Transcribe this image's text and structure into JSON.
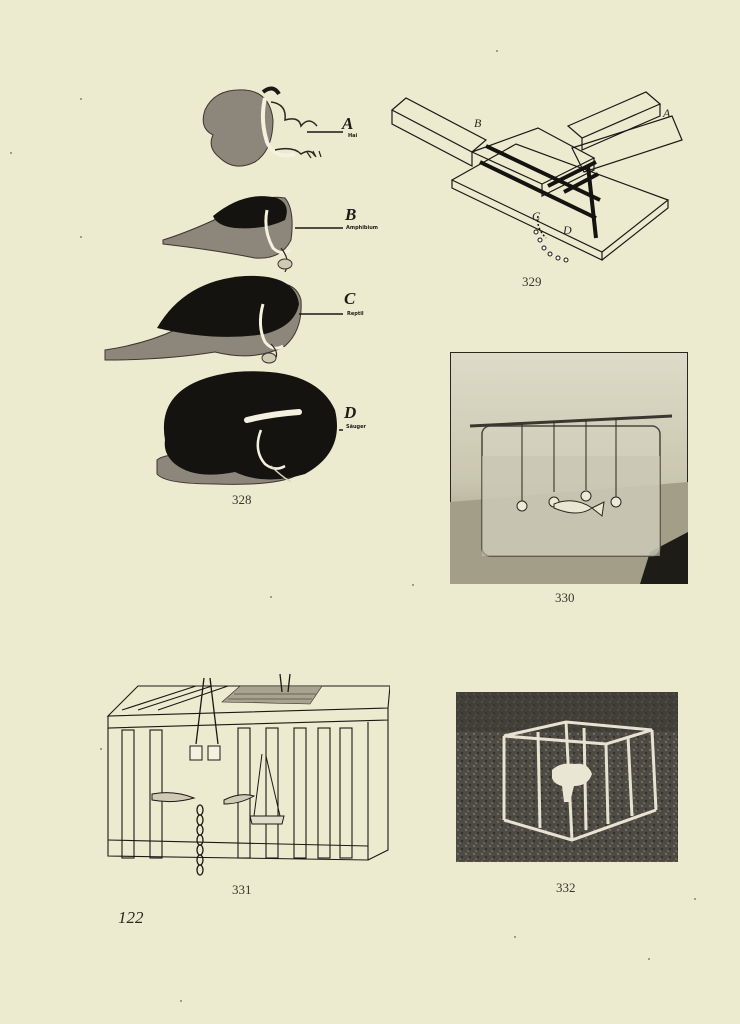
{
  "page": {
    "page_number": "122",
    "background": "#ecebcf"
  },
  "figure_328": {
    "number": "328",
    "panels": [
      {
        "letter": "A",
        "label": "Hai"
      },
      {
        "letter": "B",
        "label": "Amphibium"
      },
      {
        "letter": "C",
        "label": "Reptil"
      },
      {
        "letter": "D",
        "label": "Säuger"
      }
    ]
  },
  "figure_329": {
    "number": "329",
    "labels": [
      "A",
      "B",
      "C",
      "D"
    ]
  },
  "figure_330": {
    "number": "330"
  },
  "figure_331": {
    "number": "331"
  },
  "figure_332": {
    "number": "332"
  }
}
